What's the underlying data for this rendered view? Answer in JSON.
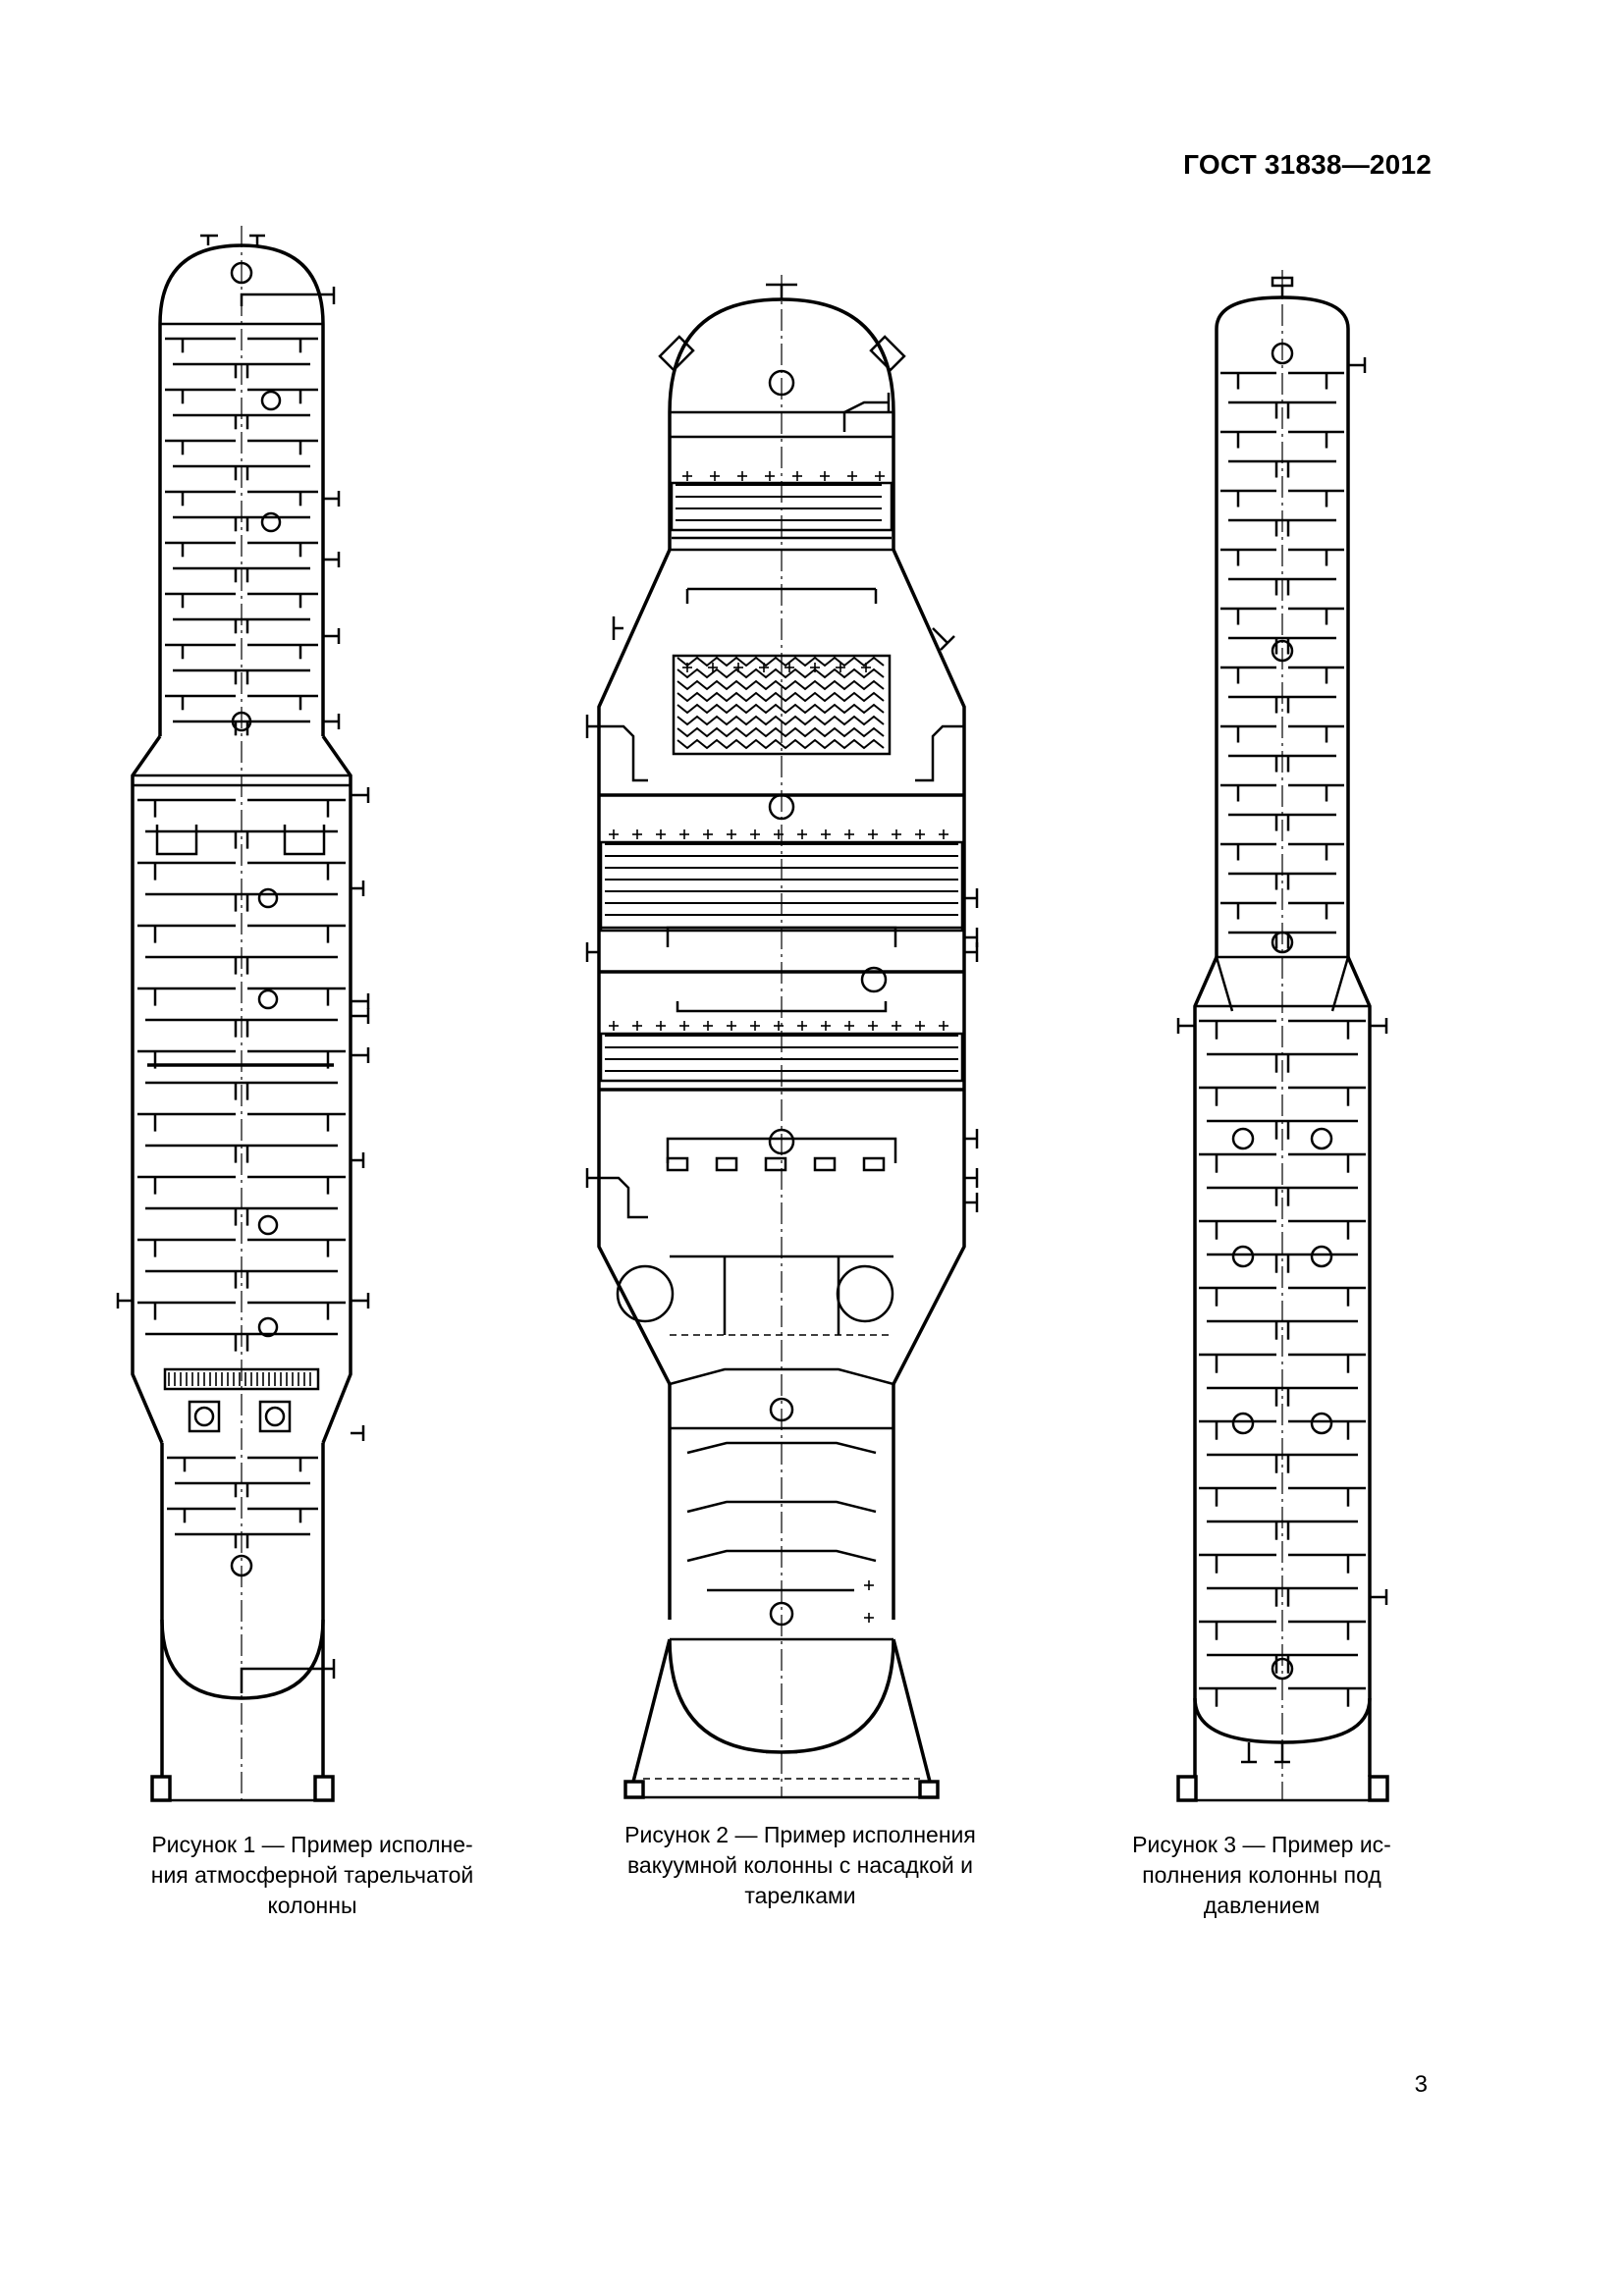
{
  "header": {
    "document_code": "ГОСТ 31838—2012"
  },
  "figures": [
    {
      "caption": "Рисунок 1 — Пример исполне-\nния атмосферной тарельчатой\nколонны",
      "icon": "atmospheric-tray-column-drawing"
    },
    {
      "caption": "Рисунок 2 — Пример исполнения\nвакуумной колонны с насадкой и\nтарелками",
      "icon": "vacuum-packed-tray-column-drawing"
    },
    {
      "caption": "Рисунок 3 — Пример ис-\nполнения колонны под\nдавлением",
      "icon": "pressure-column-drawing"
    }
  ],
  "footer": {
    "page_number": "3"
  }
}
